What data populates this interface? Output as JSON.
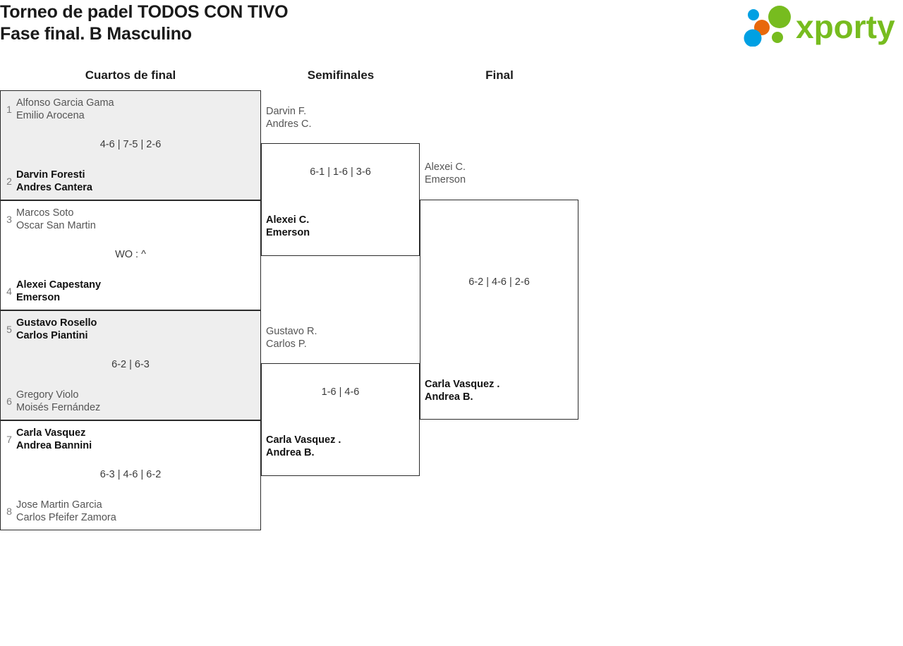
{
  "header": {
    "title_line1": "Torneo de padel TODOS CON TIVO",
    "title_line2": "Fase final. B Masculino",
    "logo_text": "xporty",
    "logo_colors": {
      "green": "#77bc1f",
      "orange": "#e8690b",
      "blue": "#00a0e3"
    }
  },
  "rounds": [
    {
      "label": "Cuartos de final"
    },
    {
      "label": "Semifinales"
    },
    {
      "label": "Final"
    }
  ],
  "quarterfinals": [
    {
      "shaded": true,
      "top": {
        "seed": "1",
        "p1": "Alfonso Garcia Gama",
        "p2": "Emilio Arocena",
        "winner": false
      },
      "bottom": {
        "seed": "2",
        "p1": "Darvin Foresti",
        "p2": "Andres Cantera",
        "winner": true
      },
      "score": "4-6 | 7-5 | 2-6"
    },
    {
      "shaded": false,
      "top": {
        "seed": "3",
        "p1": "Marcos Soto",
        "p2": "Oscar San Martin",
        "winner": false
      },
      "bottom": {
        "seed": "4",
        "p1": "Alexei Capestany",
        "p2": "Emerson",
        "winner": true
      },
      "score": "WO : ^"
    },
    {
      "shaded": true,
      "top": {
        "seed": "5",
        "p1": "Gustavo Rosello",
        "p2": "Carlos Piantini",
        "winner": true
      },
      "bottom": {
        "seed": "6",
        "p1": "Gregory Violo",
        "p2": "Moisés Fernández",
        "winner": false
      },
      "score": "6-2 | 6-3"
    },
    {
      "shaded": false,
      "top": {
        "seed": "7",
        "p1": "Carla Vasquez",
        "p2": "Andrea Bannini",
        "winner": true
      },
      "bottom": {
        "seed": "8",
        "p1": "Jose Martin Garcia",
        "p2": "Carlos Pfeifer Zamora",
        "winner": false
      },
      "score": "6-3 | 4-6 | 6-2"
    }
  ],
  "semifinals": [
    {
      "top": {
        "p1": "Darvin F.",
        "p2": "Andres C.",
        "winner": false
      },
      "bottom": {
        "p1": "Alexei C.",
        "p2": "Emerson",
        "winner": true
      },
      "score": "6-1 | 1-6 | 3-6"
    },
    {
      "top": {
        "p1": "Gustavo R.",
        "p2": "Carlos P.",
        "winner": false
      },
      "bottom": {
        "p1": "Carla Vasquez .",
        "p2": "Andrea B.",
        "winner": true
      },
      "score": "1-6 | 4-6"
    }
  ],
  "final": {
    "top": {
      "p1": "Alexei C.",
      "p2": "Emerson",
      "winner": false
    },
    "bottom": {
      "p1": "Carla Vasquez .",
      "p2": "Andrea B.",
      "winner": true
    },
    "score": "6-2 | 4-6 | 2-6"
  }
}
